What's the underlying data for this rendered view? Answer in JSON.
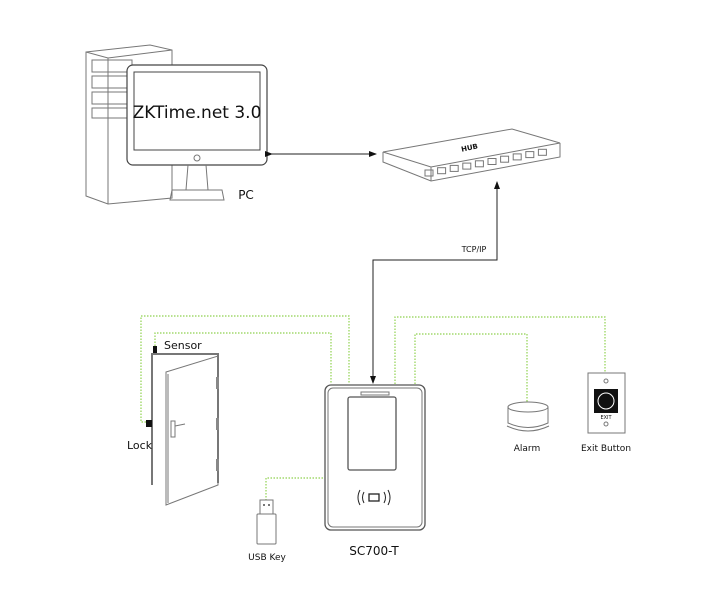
{
  "diagram": {
    "pc": {
      "label": "PC",
      "screen_text": "ZKTime.net 3.0"
    },
    "hub": {
      "label": "HUB"
    },
    "connection": {
      "label": "TCP/IP"
    },
    "device": {
      "label": "SC700-T"
    },
    "door": {
      "sensor_label": "Sensor",
      "lock_label": "Lock"
    },
    "alarm": {
      "label": "Alarm"
    },
    "exit_button": {
      "label": "Exit Button",
      "plate_text": "EXIT"
    },
    "usb": {
      "label": "USB Key"
    },
    "colors": {
      "wire": "#8fd14f",
      "line": "#222222"
    }
  }
}
